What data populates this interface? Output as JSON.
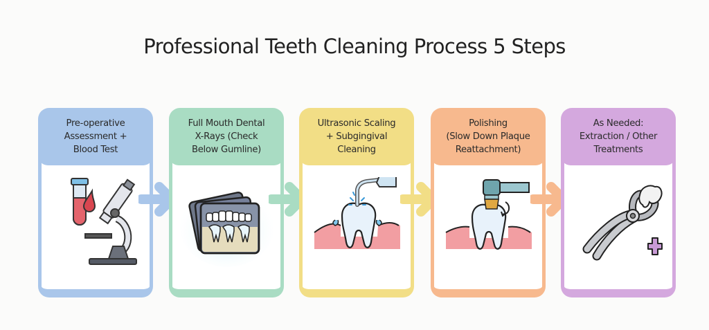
{
  "title": "Professional Teeth Cleaning Process 5 Steps",
  "steps": [
    {
      "label": "Pre-operative\nAssessment +\nBlood Test",
      "icon": "test-tube-microscope-icon",
      "color": "#a9c6ea",
      "header_color": "#a9c6ea"
    },
    {
      "label": "Full Mouth Dental\nX-Rays (Check\nBelow Gumline)",
      "icon": "dental-xray-icon",
      "color": "#a9dcc3",
      "header_color": "#a9dcc3"
    },
    {
      "label": "Ultrasonic Scaling\n+ Subgingival\nCleaning",
      "icon": "ultrasonic-scaler-tooth-icon",
      "color": "#f2de86",
      "header_color": "#f2de86"
    },
    {
      "label": "Polishing\n(Slow Down Plaque\nReattachment)",
      "icon": "polishing-brush-tooth-icon",
      "color": "#f7b98e",
      "header_color": "#f7b98e"
    },
    {
      "label": "As Needed:\nExtraction / Other\nTreatments",
      "icon": "extraction-forceps-icon",
      "color": "#d4a8de",
      "header_color": "#d4a8de"
    }
  ],
  "arrows": [
    {
      "from": 1,
      "to": 2,
      "color": "#a9c6ea"
    },
    {
      "from": 2,
      "to": 3,
      "color": "#a9dcc3"
    },
    {
      "from": 3,
      "to": 4,
      "color": "#f2de86"
    },
    {
      "from": 4,
      "to": 5,
      "color": "#f7b98e"
    }
  ]
}
